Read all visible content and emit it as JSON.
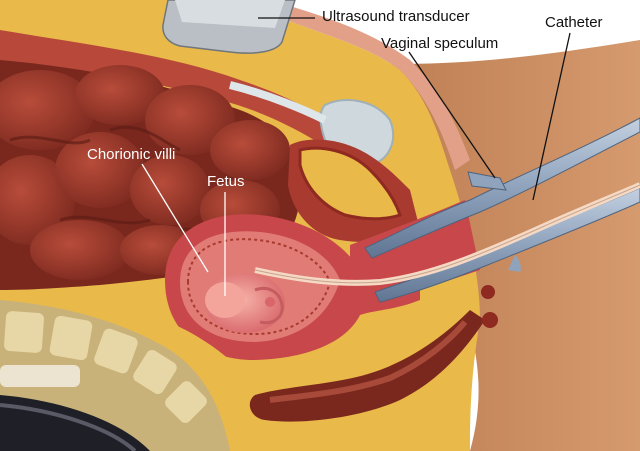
{
  "labels": {
    "transducer": "Ultrasound transducer",
    "speculum": "Vaginal speculum",
    "catheter": "Catheter",
    "villi": "Chorionic villi",
    "fetus": "Fetus"
  },
  "colors": {
    "skin": "#c98a5e",
    "skin_dark": "#a96a3f",
    "fat": "#e9b94a",
    "fat_light": "#f3d27a",
    "muscle": "#b8483a",
    "intestine": "#9a3a2c",
    "intestine_dark": "#6e2219",
    "uterus": "#c8474a",
    "uterus_inner": "#e07b75",
    "fetus": "#f0928a",
    "bone": "#e8d7a6",
    "bone_dark": "#c9b27a",
    "metal": "#8fa3bd",
    "catheter": "#f5d9c4",
    "bladder": "#cfd8dc",
    "label_text": "#111111",
    "label_text_light": "#ffffff"
  },
  "icons": [
    "ultrasound-transducer-icon",
    "vaginal-speculum-icon",
    "catheter-icon"
  ]
}
